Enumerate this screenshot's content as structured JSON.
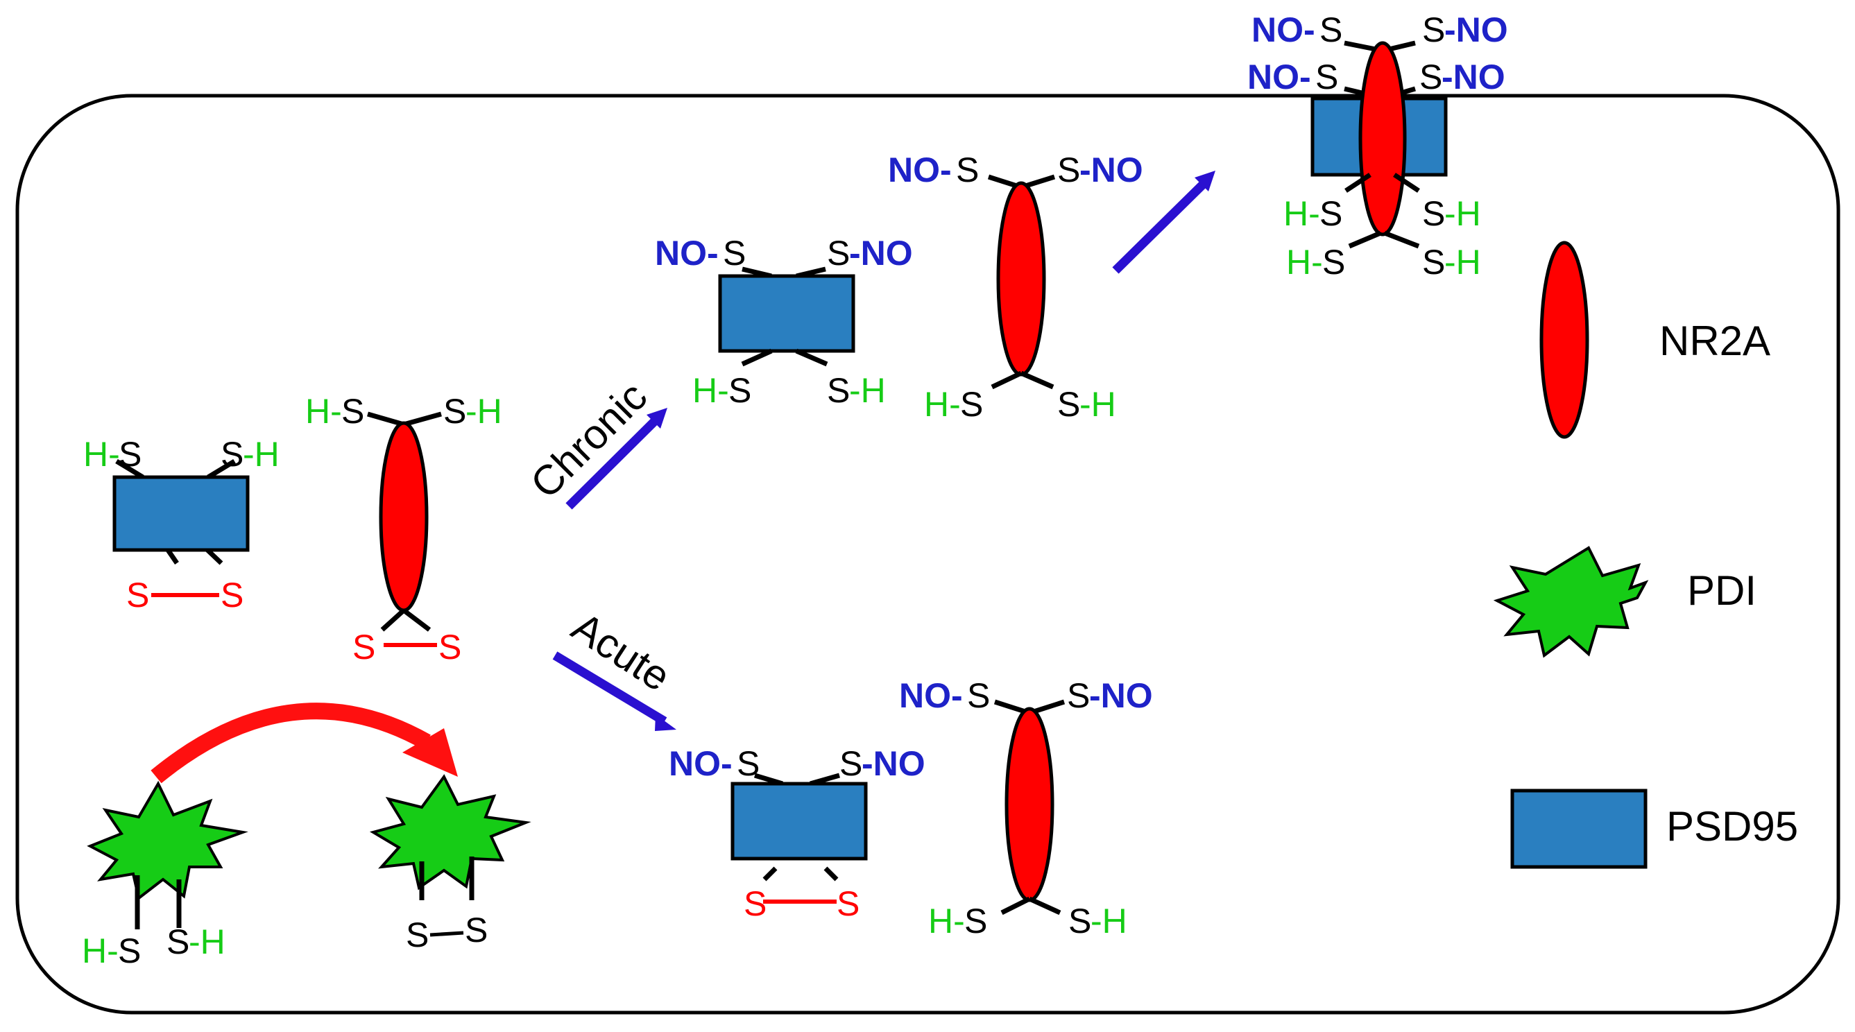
{
  "colors": {
    "nr2a_fill": "#ff0000",
    "psd95_fill": "#2a7fc0",
    "pdi_fill": "#16cc16",
    "no_text": "#1e22c8",
    "sh_text": "#16cc16",
    "disulfide_text": "#ff0000",
    "plain_text": "#000000",
    "arrow_blue": "#2a10d0",
    "arrow_red": "#ff1010"
  },
  "labels": {
    "chronic": "Chronic",
    "acute": "Acute",
    "no_s": "NO-S",
    "s_no": "S-NO",
    "h_s": "H-S",
    "s_h": "S-H",
    "s": "S"
  },
  "legend": {
    "nr2a": "NR2A",
    "pdi": "PDI",
    "psd95": "PSD95"
  }
}
